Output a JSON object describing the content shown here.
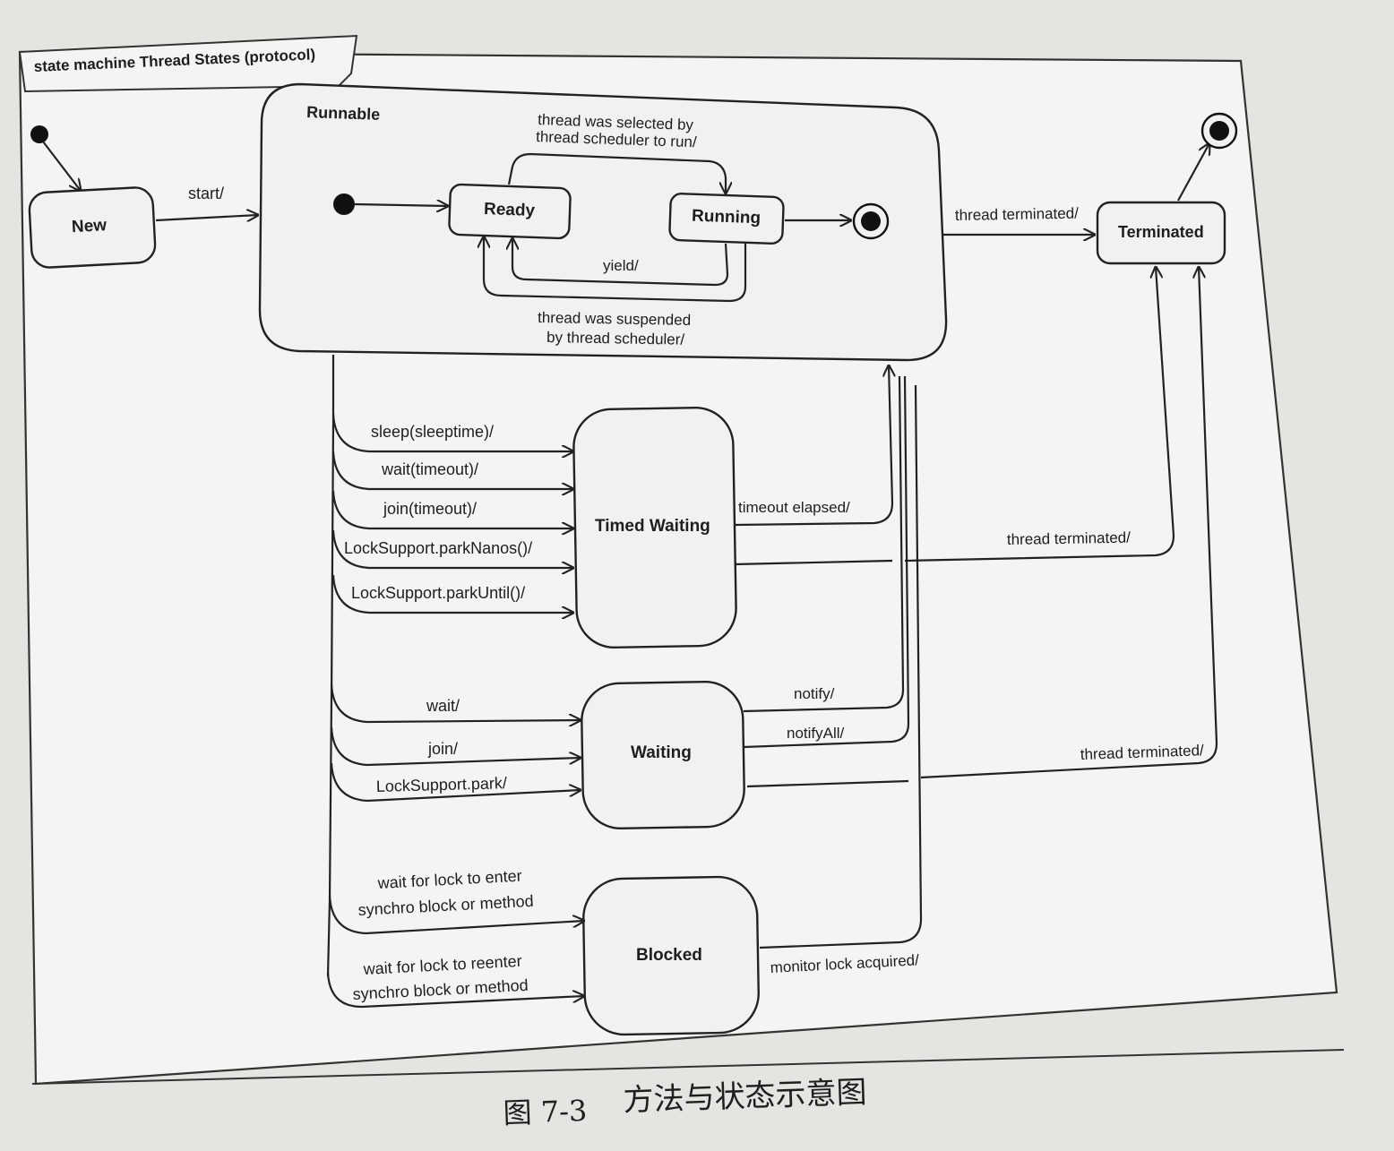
{
  "diagram": {
    "frame_title": "state machine Thread States (protocol)",
    "states": {
      "new": "New",
      "runnable": "Runnable",
      "ready": "Ready",
      "running": "Running",
      "terminated": "Terminated",
      "timed_waiting": "Timed Waiting",
      "waiting": "Waiting",
      "blocked": "Blocked"
    },
    "transitions": {
      "start": "start/",
      "selected_1": "thread was selected by",
      "selected_2": "thread scheduler to run/",
      "yield": "yield/",
      "suspended_1": "thread was suspended",
      "suspended_2": "by thread scheduler/",
      "thread_terminated_top": "thread terminated/",
      "sleep": "sleep(sleeptime)/",
      "wait_timeout": "wait(timeout)/",
      "join_timeout": "join(timeout)/",
      "park_nanos": "LockSupport.parkNanos()/",
      "park_until": "LockSupport.parkUntil()/",
      "timeout_elapsed": "timeout elapsed/",
      "thread_terminated_timed": "thread terminated/",
      "wait": "wait/",
      "join": "join/",
      "park": "LockSupport.park/",
      "notify": "notify/",
      "notify_all": "notifyAll/",
      "thread_terminated_waiting": "thread terminated/",
      "lock_enter_1": "wait for lock to enter",
      "lock_enter_2": "synchro block or method",
      "lock_reenter_1": "wait for lock to reenter",
      "lock_reenter_2": "synchro block or method",
      "monitor_acquired": "monitor lock acquired/"
    }
  },
  "caption": {
    "figure_number": "图 7-3",
    "title": "方法与状态示意图"
  }
}
